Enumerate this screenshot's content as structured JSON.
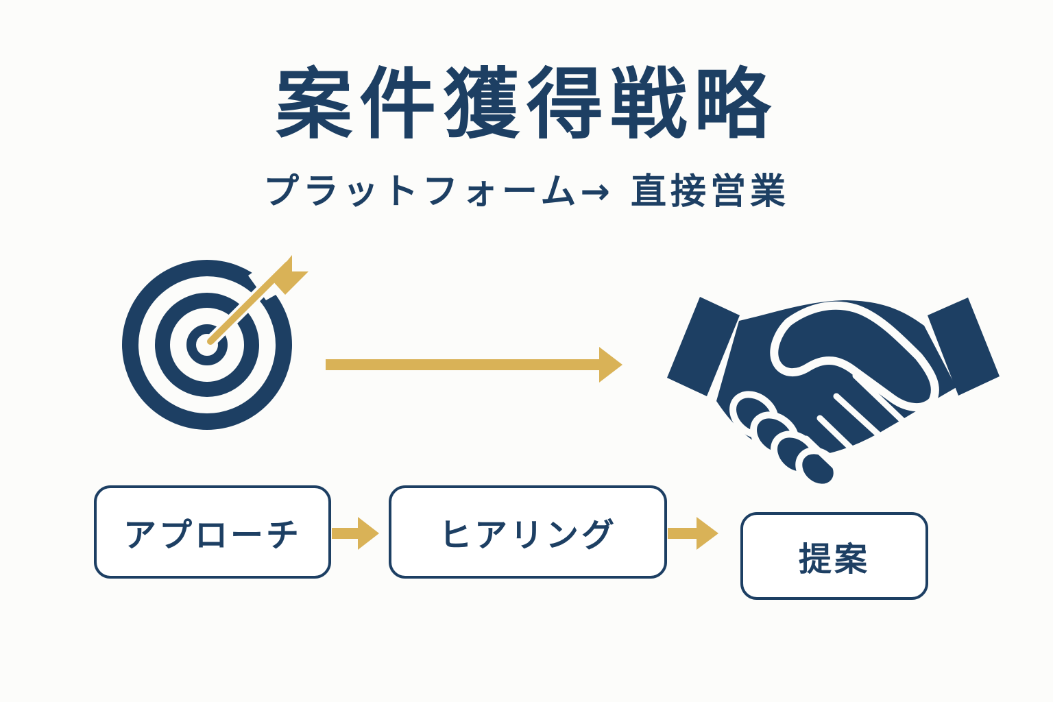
{
  "title": "案件獲得戦略",
  "subtitle": "プラットフォーム→ 直接営業",
  "colors": {
    "navy": "#1d3f63",
    "gold": "#d9b257",
    "background": "#fcfcfa"
  },
  "icons": {
    "start": "target-with-arrow-icon",
    "end": "handshake-icon"
  },
  "steps": [
    {
      "label": "アプローチ"
    },
    {
      "label": "ヒアリング"
    },
    {
      "label": "提案"
    }
  ]
}
